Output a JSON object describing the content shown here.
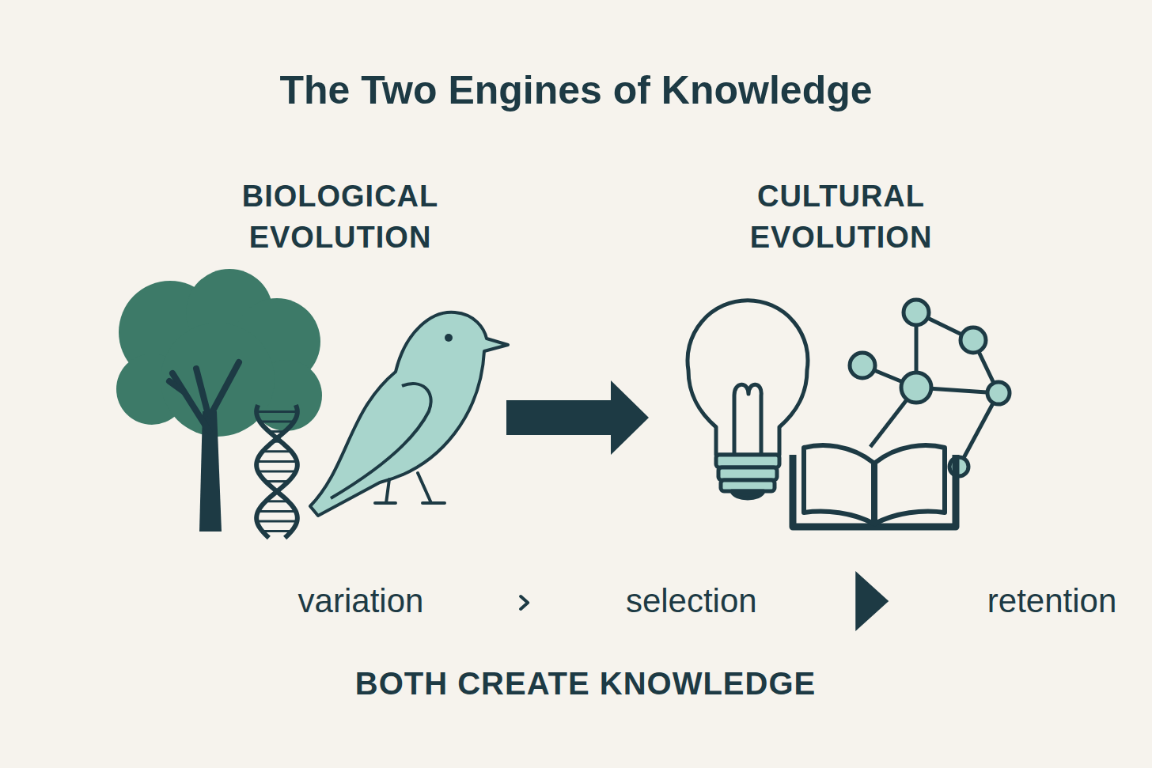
{
  "diagram": {
    "title": "The Two Engines of Knowledge",
    "caption": "BOTH CREATE KNOWLEDGE",
    "nodes": [
      {
        "text": [
          "BIOLOGICAL EVOLUTION"
        ]
      },
      {
        "text": [
          "CULTURAL EVOLUTION"
        ]
      },
      {
        "text": [
          "variation"
        ]
      },
      {
        "text": [
          "selection"
        ]
      },
      {
        "text": [
          "retention"
        ]
      }
    ],
    "edges": [
      {
        "from": 0,
        "to": 1,
        "arrow": "to"
      },
      {
        "from": 2,
        "to": 3,
        "arrow": "to"
      },
      {
        "from": 3,
        "to": 4,
        "arrow": "to"
      }
    ]
  }
}
